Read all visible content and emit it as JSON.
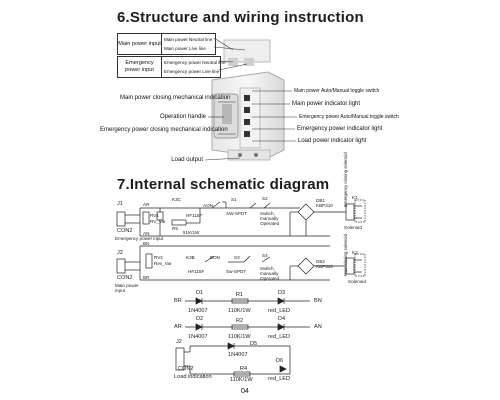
{
  "section6": {
    "title": "6.Structure and wiring instruction",
    "main_power_input": {
      "label": "Main power input",
      "neutral": "Main power Neutral line",
      "live": "Main power Live line"
    },
    "emergency_power_input": {
      "label": "Emergency power input",
      "neutral": "Emergency power Neutral line",
      "live": "Emergency power Live line"
    },
    "left_labels": {
      "main_closing": "Main power closing mechanical indication",
      "operation_handle": "Operation handle",
      "emergency_closing": "Emergency power closing mechanical indication",
      "load_output": "Load output"
    },
    "right_labels": {
      "auto_manual": "Main power Auto/Manual toggle switch",
      "main_indicator": "Main power indicator light",
      "emergency_auto_manual": "Emergency power Auto/Manual toggle switch",
      "emergency_indicator": "Emergency power indicator light",
      "load_indicator": "Load power indicator light"
    }
  },
  "section7": {
    "title": "7.Internal schematic diagram",
    "emergency": {
      "connector": "J1",
      "connector_type": "CON2",
      "input_label": "Emergency power input",
      "ar": "AR",
      "an": "AN",
      "varistor": "RV1",
      "varistor_type": "RV_Var",
      "relay": "K3C",
      "relay_type": "HF115F",
      "relay_pin": "AON",
      "resistor": "R5",
      "resistor_value": "51K/1W",
      "switch": "S1",
      "switch_type": "SW-SPDT",
      "toggle": "S2",
      "toggle_label": "Switch, manually Operated",
      "bridge": "DB1",
      "bridge_type": "KBP310",
      "solenoid": "K1",
      "solenoid_label": "Solenoid",
      "side_label": "Emergency closing solenoid"
    },
    "main": {
      "connector": "J2",
      "connector_type": "CON2",
      "input_label": "Main power input",
      "bn": "BN",
      "br": "BR",
      "varistor": "RV2",
      "varistor_type": "Rev_Var",
      "relay": "K3B",
      "relay_type": "HF115F",
      "relay_pin": "BON",
      "switch": "S3",
      "switch_type": "Sw-SPDT",
      "toggle": "S4",
      "toggle_label": "Switch, manually Operated",
      "bridge": "DB2",
      "bridge_type": "KBP310",
      "solenoid": "K2",
      "solenoid_label": "Solenoid",
      "side_label": "Main closing solenoid"
    },
    "led_rows": [
      {
        "left": "BR",
        "diode": "D1",
        "diode_type": "1N4007",
        "res": "R1",
        "res_value": "110K/1W",
        "led": "D3",
        "led_type": "red_LED",
        "right": "BN"
      },
      {
        "left": "AR",
        "diode": "D2",
        "diode_type": "1N4007",
        "res": "R2",
        "res_value": "110K/1W",
        "led": "D4",
        "led_type": "red_LED",
        "right": "AN"
      }
    ],
    "load": {
      "connector": "J2",
      "connector_type": "CON2",
      "label": "Load indication",
      "diode": "D5",
      "diode_type": "1N4007",
      "res": "R4",
      "res_value": "110K/1W",
      "led": "D6",
      "led_type": "red_LED"
    }
  },
  "page_number": "04"
}
